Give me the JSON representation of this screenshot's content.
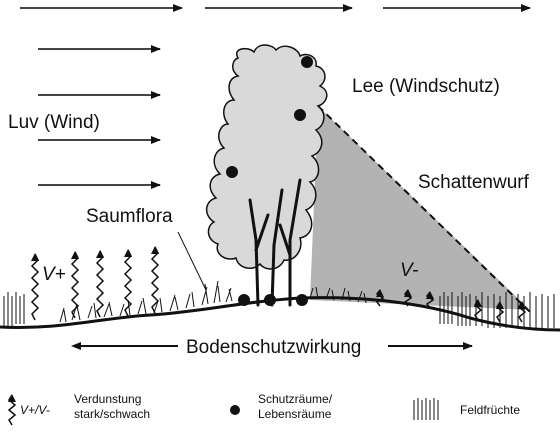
{
  "labels": {
    "luv": "Luv (Wind)",
    "lee": "Lee (Windschutz)",
    "schatten": "Schattenwurf",
    "saumflora": "Saumflora",
    "v_plus": "V+",
    "v_minus": "V-",
    "boden": "Bodenschutzwirkung"
  },
  "legend": {
    "verdunstung_symbol": "V+/V-",
    "verdunstung_line1": "Verdunstung",
    "verdunstung_line2": "stark/schwach",
    "schutz_line1": "Schutzräume/",
    "schutz_line2": "Lebensräume",
    "feld": "Feldfrüchte"
  },
  "colors": {
    "canopy": "#d9d9d9",
    "shadow": "#b3b3b3",
    "ink": "#111111",
    "arrow_grey": "#444444"
  }
}
